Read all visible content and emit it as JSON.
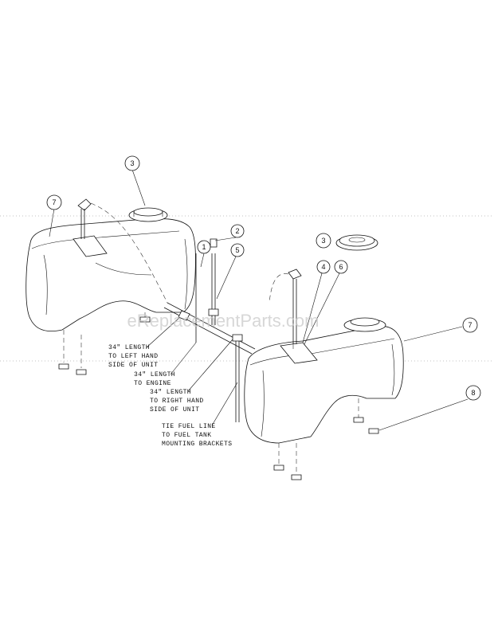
{
  "watermark": "eReplacementParts.com",
  "callouts": [
    {
      "id": "c7a",
      "number": "7"
    },
    {
      "id": "c3a",
      "number": "3"
    },
    {
      "id": "c1",
      "number": "1"
    },
    {
      "id": "c2",
      "number": "2"
    },
    {
      "id": "c5",
      "number": "5"
    },
    {
      "id": "c3b",
      "number": "3"
    },
    {
      "id": "c4",
      "number": "4"
    },
    {
      "id": "c6",
      "number": "6"
    },
    {
      "id": "c7b",
      "number": "7"
    },
    {
      "id": "c8",
      "number": "8"
    }
  ],
  "notes": {
    "left_hand": [
      "34\" LENGTH",
      "TO LEFT HAND",
      "SIDE OF UNIT"
    ],
    "engine": [
      "34\" LENGTH",
      "TO ENGINE"
    ],
    "right_hand": [
      "34\" LENGTH",
      "TO RIGHT HAND",
      "SIDE OF UNIT"
    ],
    "tie": [
      "TIE FUEL LINE",
      "TO FUEL TANK",
      "MOUNTING BRACKETS"
    ]
  }
}
